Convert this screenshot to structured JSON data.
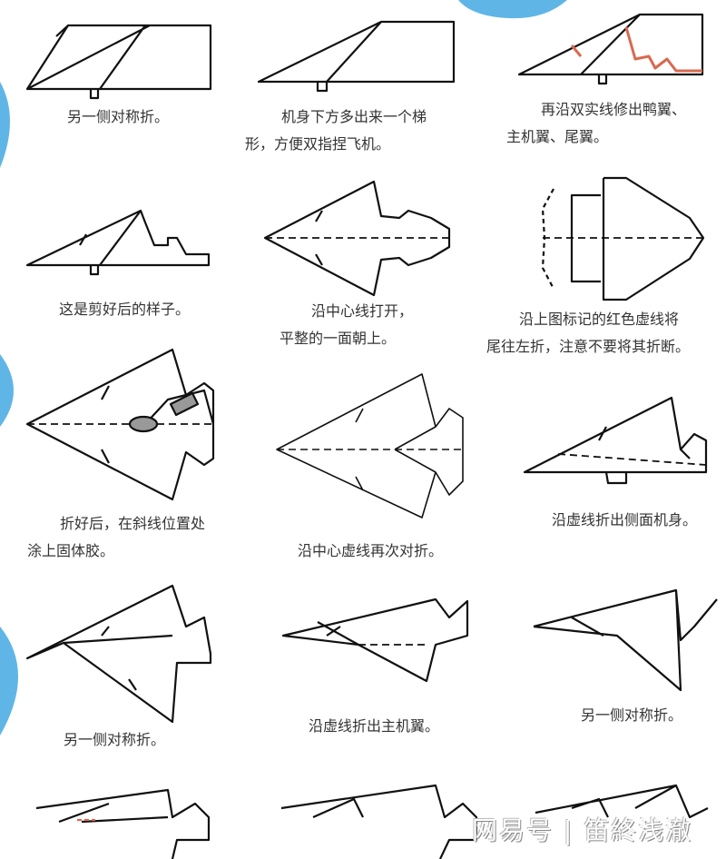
{
  "steps": [
    {
      "caption": [
        "另一侧对称折。"
      ]
    },
    {
      "caption": [
        "机身下方多出来一个梯",
        "形，方便双指捏飞机。"
      ]
    },
    {
      "caption": [
        "再沿双实线修出鸭翼、",
        "主机翼、尾翼。"
      ]
    },
    {
      "caption": [
        "这是剪好后的样子。"
      ]
    },
    {
      "caption": [
        "沿中心线打开，",
        "平整的一面朝上。"
      ]
    },
    {
      "caption": [
        "沿上图标记的红色虚线将",
        "尾往左折，注意不要将其折断。"
      ]
    },
    {
      "caption": [
        "折好后，在斜线位置处",
        "涂上固体胶。"
      ]
    },
    {
      "caption": [
        "沿中心虚线再次对折。"
      ]
    },
    {
      "caption": [
        "沿虚线折出侧面机身。"
      ]
    },
    {
      "caption": [
        "另一侧对称折。"
      ]
    },
    {
      "caption": [
        "沿虚线折出主机翼。"
      ]
    },
    {
      "caption": [
        "另一侧对称折。"
      ]
    }
  ],
  "watermark": "网易号 | 笛終浅澈",
  "colors": {
    "line": "#111111",
    "accent_red": "#d9694f",
    "blob": "#5fb6e6"
  }
}
